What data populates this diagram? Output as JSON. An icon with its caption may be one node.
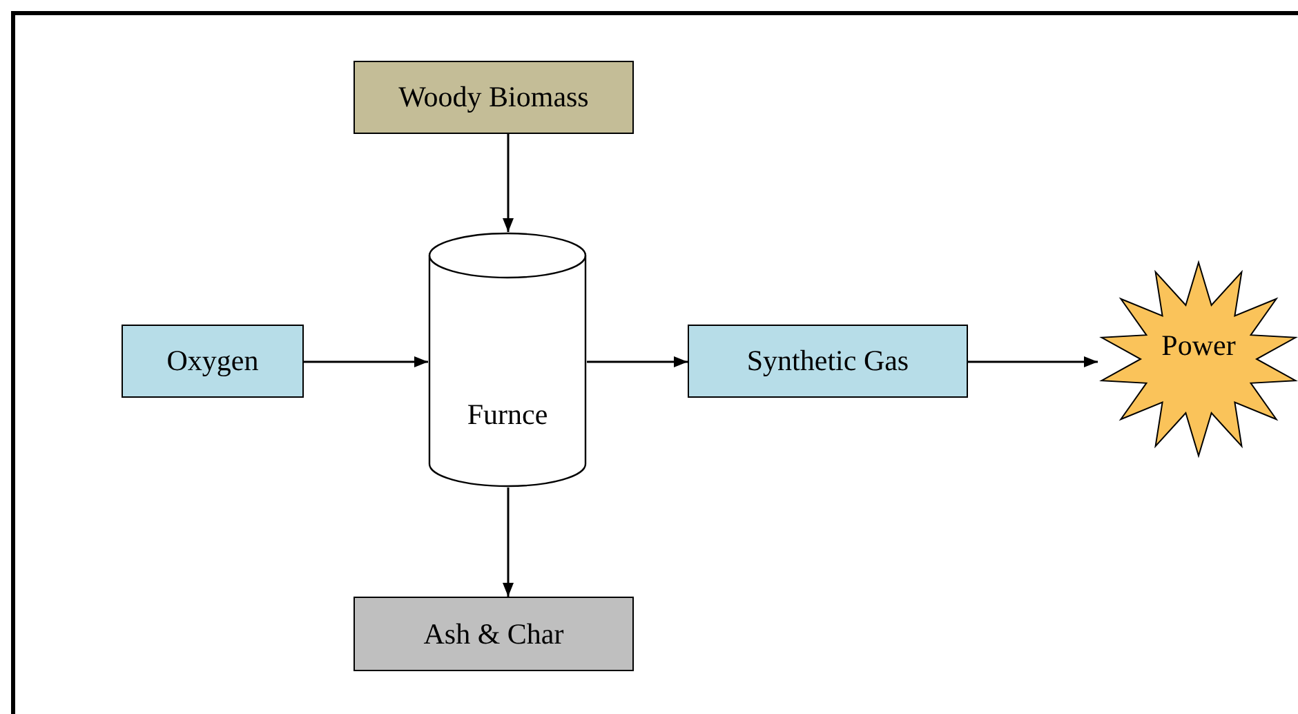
{
  "diagram": {
    "nodes": [
      {
        "text": [
          "Woody Biomass"
        ]
      },
      {
        "text": [
          "Oxygen"
        ]
      },
      {
        "text": [
          "Furnce"
        ]
      },
      {
        "text": [
          "Synthetic Gas"
        ]
      },
      {
        "text": [
          "Power"
        ]
      },
      {
        "text": [
          "Ash & Char"
        ]
      }
    ],
    "edges": [
      {
        "from": 0,
        "to": 2,
        "arrow": "to"
      },
      {
        "from": 1,
        "to": 2,
        "arrow": "to"
      },
      {
        "from": 2,
        "to": 3,
        "arrow": "to"
      },
      {
        "from": 3,
        "to": 4,
        "arrow": "to"
      },
      {
        "from": 2,
        "to": 5,
        "arrow": "to"
      }
    ]
  }
}
